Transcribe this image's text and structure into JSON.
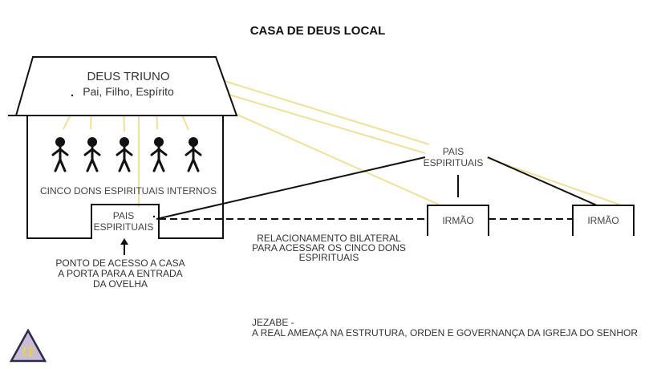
{
  "title": "CASA DE DEUS LOCAL",
  "house": {
    "roof_title": "DEUS TRIUNO",
    "roof_subtitle": "Pai, Filho, Espírito",
    "gifts_label": "CINCO DONS ESPIRITUAIS INTERNOS",
    "gift_figures": 5,
    "door_label_line1": "PAIS",
    "door_label_line2": "ESPIRITUAIS"
  },
  "access_note": {
    "line1": "PONTO DE ACESSO A CASA",
    "line2": "A PORTA PARA A ENTRADA",
    "line3": "DA OVELHA"
  },
  "relationship_note": {
    "line1": "RELACIONAMENTO BILATERAL",
    "line2": "PARA ACESSAR OS CINCO DONS",
    "line3": "ESPIRITUAIS"
  },
  "external": {
    "fathers_line1": "PAIS",
    "fathers_line2": "ESPIRITUAIS",
    "brother1": "IRMÃO",
    "brother2": "IRMÃO"
  },
  "threat_note": {
    "heading": "JEZABE -",
    "body": "A REAL AMEAÇA NA ESTRUTURA, ORDEN E GOVERNANÇA DA IGREJA DO SENHOR"
  },
  "logo": {
    "icon": "triangle-cf-logo-icon"
  },
  "colors": {
    "line": "#111111",
    "ray": "#f0e09a",
    "logo_triangle": "#2a2a4a",
    "logo_fill": "#b8a8c8",
    "logo_letters": "#e6d24a"
  }
}
